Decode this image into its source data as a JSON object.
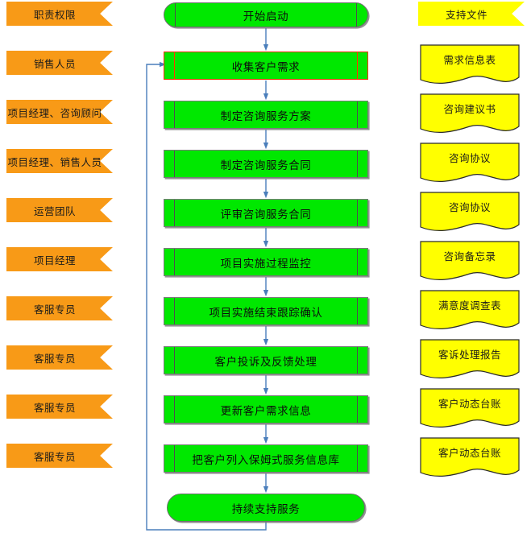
{
  "diagram": {
    "title_row": {
      "responsibility_header": "职责权限",
      "documents_header": "支持文件"
    },
    "colors": {
      "responsibility_fill": "#f89a17",
      "process_fill": "#00e800",
      "document_fill": "#ffff00",
      "connector": "#4a7ebb",
      "highlight_border": "#ff2f00",
      "normal_border": "#7a7a7a"
    },
    "responsibilities": [
      {
        "label": "销售人员"
      },
      {
        "label": "项目经理、咨询顾问"
      },
      {
        "label": "项目经理、销售人员"
      },
      {
        "label": "运营团队"
      },
      {
        "label": "项目经理"
      },
      {
        "label": "客服专员"
      },
      {
        "label": "客服专员"
      },
      {
        "label": "客服专员"
      },
      {
        "label": "客服专员"
      }
    ],
    "flow": {
      "start": "开始启动",
      "steps": [
        {
          "label": "收集客户需求",
          "highlighted": true
        },
        {
          "label": "制定咨询服务方案",
          "highlighted": false
        },
        {
          "label": "制定咨询服务合同",
          "highlighted": false
        },
        {
          "label": "评审咨询服务合同",
          "highlighted": false
        },
        {
          "label": "项目实施过程监控",
          "highlighted": false
        },
        {
          "label": "项目实施结束跟踪确认",
          "highlighted": false
        },
        {
          "label": "客户投诉及反馈处理",
          "highlighted": false
        },
        {
          "label": "更新客户需求信息",
          "highlighted": false
        },
        {
          "label": "把客户列入保姆式服务信息库",
          "highlighted": false
        }
      ],
      "end": "持续支持服务"
    },
    "documents": [
      {
        "label": "需求信息表"
      },
      {
        "label": "咨询建议书"
      },
      {
        "label": "咨询协议"
      },
      {
        "label": "咨询协议"
      },
      {
        "label": "咨询备忘录"
      },
      {
        "label": "满意度调查表"
      },
      {
        "label": "客诉处理报告"
      },
      {
        "label": "客户动态台账"
      },
      {
        "label": "客户动态台账"
      }
    ]
  }
}
